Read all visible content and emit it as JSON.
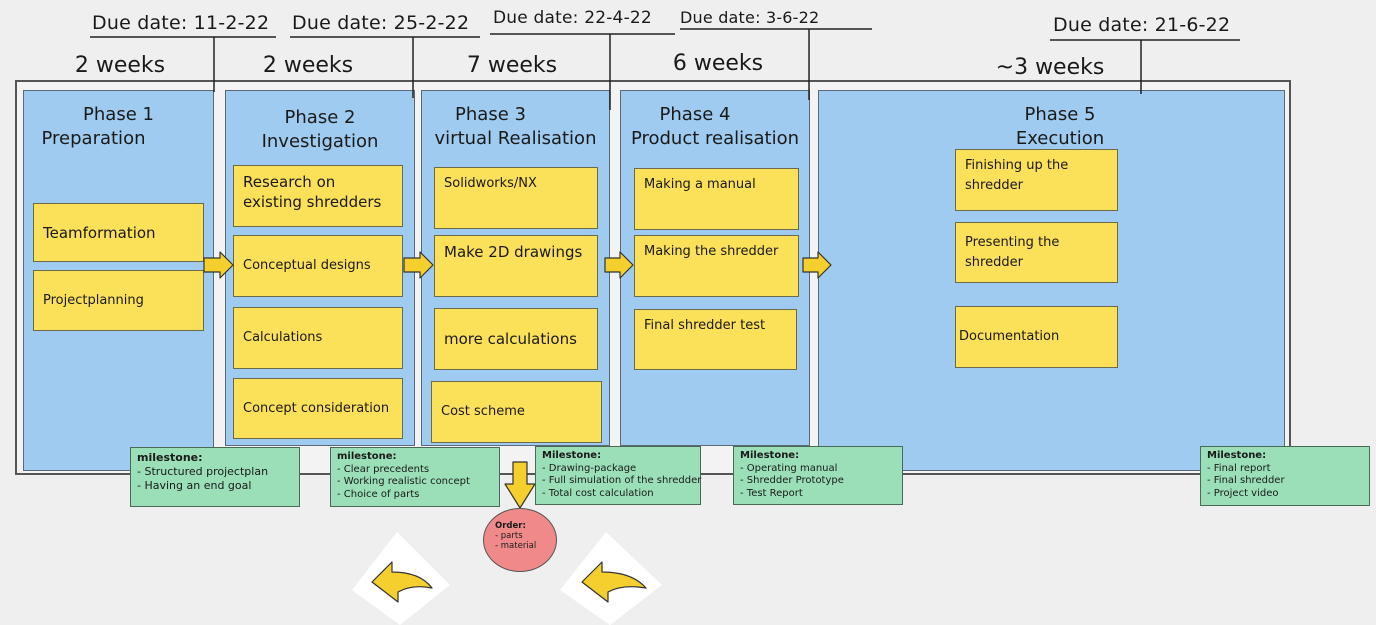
{
  "phases": [
    {
      "due": "Due date: 11-2-22",
      "duration": "2 weeks",
      "name": "Phase 1",
      "subtitle": "Preparation",
      "tasks": [
        "Teamformation",
        "Projectplanning"
      ],
      "milestone": {
        "title": "milestone:",
        "items": [
          "- Structured projectplan",
          "- Having an end goal"
        ]
      }
    },
    {
      "due": "Due date: 25-2-22",
      "duration": "2 weeks",
      "name": "Phase 2",
      "subtitle": "Investigation",
      "tasks": [
        "Research on existing shredders",
        "Conceptual designs",
        "Calculations",
        "Concept consideration"
      ],
      "milestone": {
        "title": "milestone:",
        "items": [
          "- Clear precedents",
          "- Working realistic concept",
          "- Choice of parts"
        ]
      }
    },
    {
      "due": "Due date: 22-4-22",
      "duration": "7 weeks",
      "name": "Phase 3",
      "subtitle": "virtual Realisation",
      "tasks": [
        "Solidworks/NX",
        "Make 2D drawings",
        "more calculations",
        "Cost scheme"
      ],
      "milestone": {
        "title": "Milestone:",
        "items": [
          "- Drawing-package",
          "- Full simulation of the shredder",
          "- Total cost calculation"
        ]
      }
    },
    {
      "due": "Due date: 3-6-22",
      "duration": "6 weeks",
      "name": "Phase 4",
      "subtitle": "Product realisation",
      "tasks": [
        "Making a manual",
        "Making the shredder",
        "Final shredder test"
      ],
      "milestone": {
        "title": "Milestone:",
        "items": [
          "- Operating manual",
          "- Shredder Prototype",
          "- Test Report"
        ]
      }
    },
    {
      "due": "Due date: 21-6-22",
      "duration": "~3 weeks",
      "name": "Phase 5",
      "subtitle": "Execution",
      "tasks": [
        "Finishing up the shredder",
        "Presenting the shredder",
        "Documentation"
      ],
      "milestone": {
        "title": "Milestone:",
        "items": [
          "- Final report",
          "- Final shredder",
          "- Project video"
        ]
      }
    }
  ],
  "order": {
    "title": "Order:",
    "items": [
      "- parts",
      "- material"
    ]
  },
  "colors": {
    "phase": "#9ecbef",
    "sticky": "#fbe05a",
    "milestone": "#9adfb8",
    "order": "#f08a8a",
    "arrow": "#f5cf2e"
  }
}
